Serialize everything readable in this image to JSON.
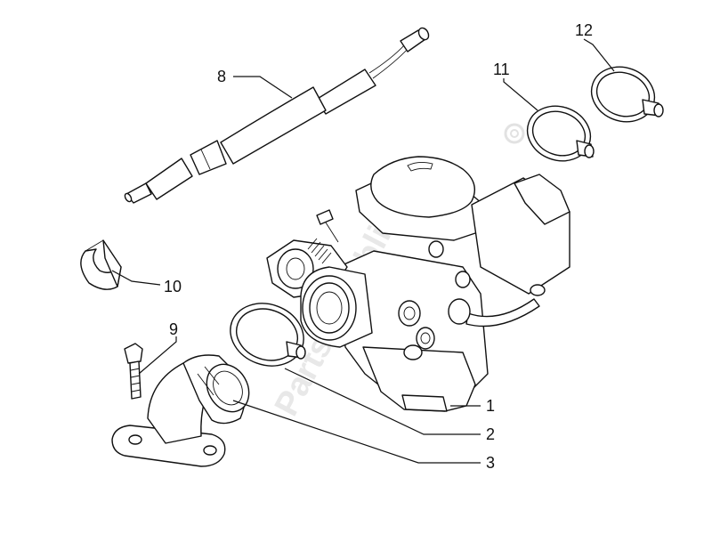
{
  "watermark": {
    "text": "PartsRepublik",
    "color": "#e8e8e8"
  },
  "parts": [
    {
      "id": "carburettor",
      "number": "1"
    },
    {
      "id": "clamp-front",
      "number": "2"
    },
    {
      "id": "intake-manifold",
      "number": "3"
    },
    {
      "id": "throttle-cable",
      "number": "8"
    },
    {
      "id": "bolt",
      "number": "9"
    },
    {
      "id": "spring-clip",
      "number": "10"
    },
    {
      "id": "hose-clamp-small",
      "number": "11"
    },
    {
      "id": "hose-clamp-large",
      "number": "12"
    }
  ]
}
